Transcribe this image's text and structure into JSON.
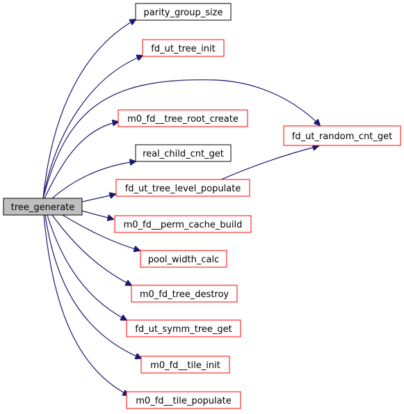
{
  "colors": {
    "edge": "#191970",
    "root_fill": "#bfbfbf",
    "border_default": "#000000",
    "border_linked": "#ff0000"
  },
  "root": {
    "label": "tree_generate"
  },
  "callees": [
    {
      "label": "parity_group_size",
      "style": "plain"
    },
    {
      "label": "fd_ut_tree_init",
      "style": "linked"
    },
    {
      "label": "m0_fd__tree_root_create",
      "style": "linked"
    },
    {
      "label": "real_child_cnt_get",
      "style": "plain"
    },
    {
      "label": "fd_ut_tree_level_populate",
      "style": "linked"
    },
    {
      "label": "m0_fd__perm_cache_build",
      "style": "linked"
    },
    {
      "label": "pool_width_calc",
      "style": "linked"
    },
    {
      "label": "m0_fd_tree_destroy",
      "style": "linked"
    },
    {
      "label": "fd_ut_symm_tree_get",
      "style": "linked"
    },
    {
      "label": "m0_fd__tile_init",
      "style": "linked"
    },
    {
      "label": "m0_fd__tile_populate",
      "style": "linked"
    },
    {
      "label": "fd_ut_random_cnt_get",
      "style": "linked"
    }
  ]
}
